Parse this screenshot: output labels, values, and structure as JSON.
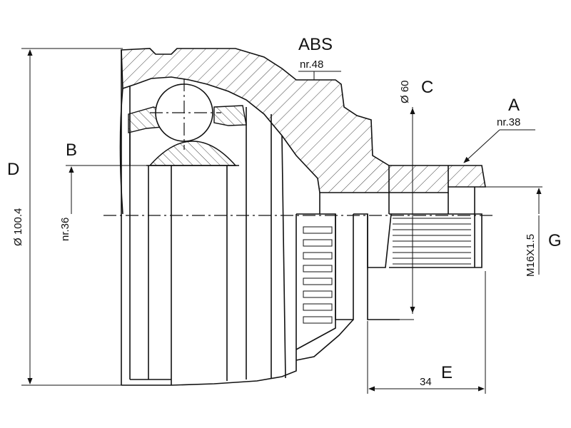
{
  "diagram": {
    "labels": {
      "abs": "ABS",
      "abs_teeth": "nr.48",
      "c_letter": "C",
      "c_diameter": "Ø 60",
      "a_letter": "A",
      "a_teeth": "nr.38",
      "b_letter": "B",
      "b_teeth": "nr.36",
      "d_letter": "D",
      "d_diameter": "Ø 100.4",
      "g_letter": "G",
      "g_thread": "M16X1.5",
      "e_letter": "E",
      "e_length": "34"
    },
    "colors": {
      "line": "#111111",
      "background": "#ffffff"
    }
  }
}
